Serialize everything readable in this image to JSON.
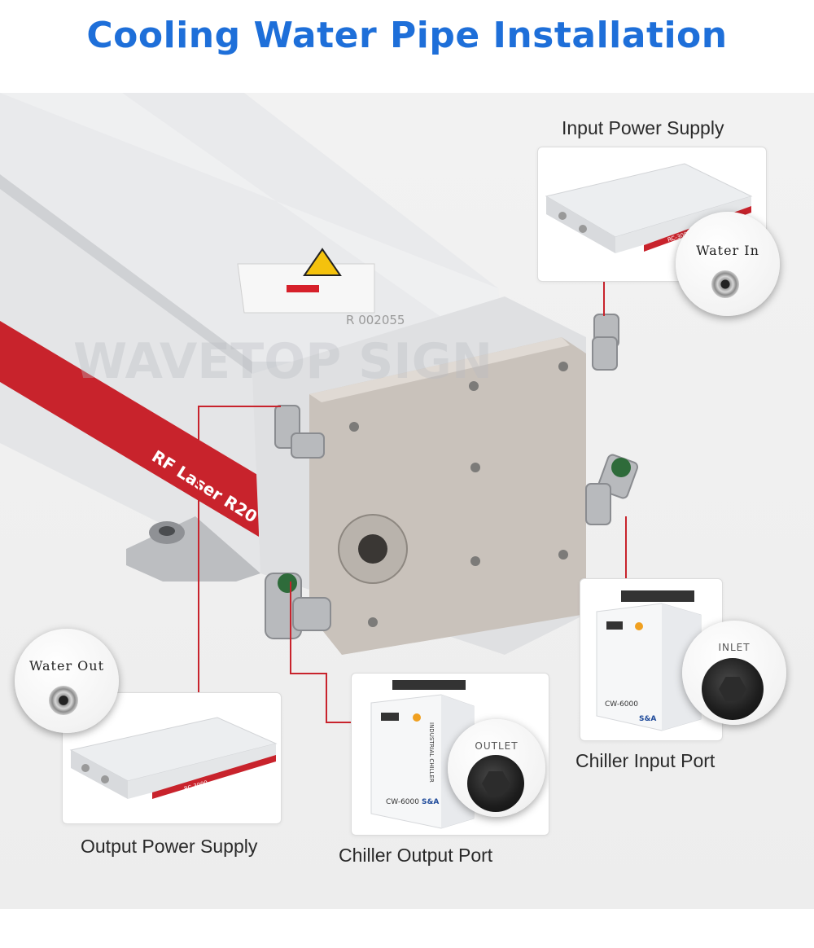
{
  "title": "Cooling Water Pipe Installation",
  "laser": {
    "body_label": "RF Laser R20",
    "serial": "R 002055",
    "watermark": "WAVETOP SIGN"
  },
  "callouts": {
    "input_power_supply": {
      "caption": "Input Power Supply",
      "bubble_label": "Water In"
    },
    "output_power_supply": {
      "caption": "Output Power Supply",
      "bubble_label": "Water Out"
    },
    "chiller_input_port": {
      "caption": "Chiller Input Port",
      "bubble_label": "INLET"
    },
    "chiller_output_port": {
      "caption": "Chiller Output Port",
      "bubble_label": "OUTLET"
    }
  },
  "chiller": {
    "model": "CW-6000",
    "side_text": "INDUSTRIAL CHILLER",
    "brand": "S&A"
  },
  "power_supply": {
    "model": "RC-3000"
  },
  "colors": {
    "title": "#1e6fd9",
    "accent_red": "#c8232c",
    "background": "#efefef"
  }
}
